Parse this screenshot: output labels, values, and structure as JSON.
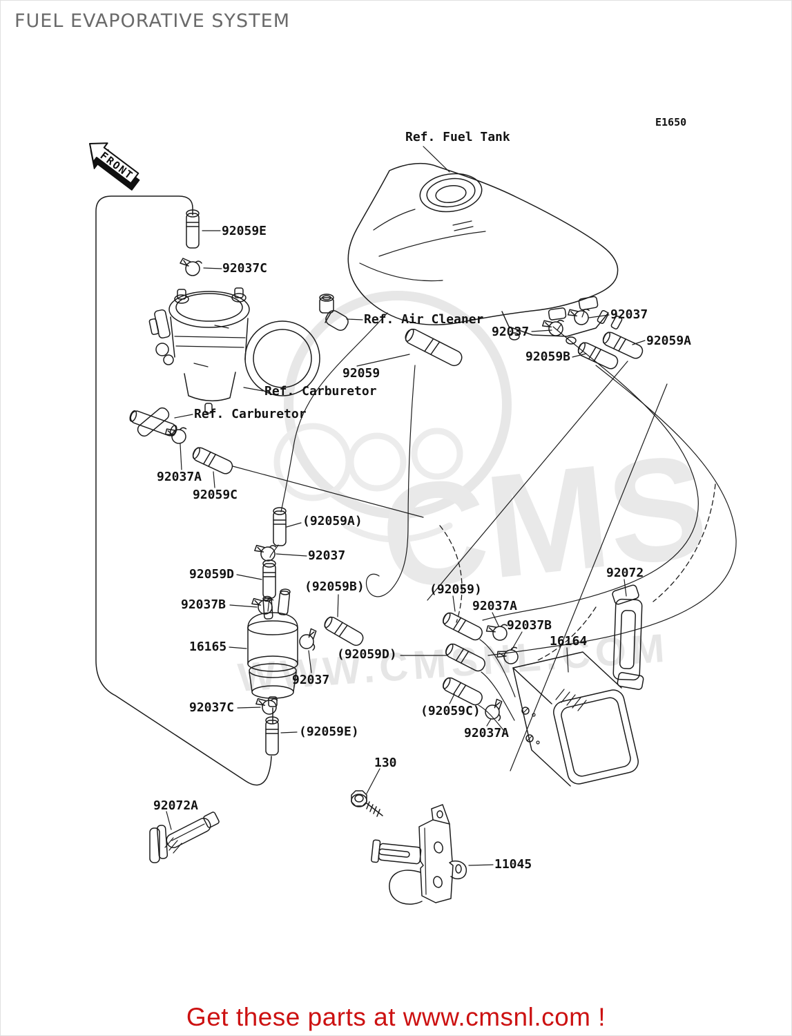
{
  "page": {
    "title": "FUEL EVAPORATIVE SYSTEM",
    "footer": {
      "cta_text": "Get these parts at www.cmsnl.com !"
    },
    "watermark": {
      "big_text": "CMS",
      "sub_text": "WWW.CMSNL.COM"
    }
  },
  "diagram": {
    "front_arrow_label": "FRONT",
    "colors": {
      "line": "#1b1b1b",
      "title_gray": "#6a6a6a",
      "footer_red": "#cc1111",
      "watermark_gray": "#e7e7e7"
    },
    "labels": [
      {
        "id": "diagram-code",
        "text": "E1650"
      },
      {
        "id": "ref-fuel-tank",
        "text": "Ref. Fuel Tank"
      },
      {
        "id": "92059e",
        "text": "92059E"
      },
      {
        "id": "92037c-top",
        "text": "92037C"
      },
      {
        "id": "ref-air-cleaner",
        "text": "Ref. Air Cleaner"
      },
      {
        "id": "92037-tank-right",
        "text": "92037"
      },
      {
        "id": "92037-tank-left",
        "text": "92037"
      },
      {
        "id": "92059a",
        "text": "92059A"
      },
      {
        "id": "92059b",
        "text": "92059B"
      },
      {
        "id": "92059",
        "text": "92059"
      },
      {
        "id": "ref-carburetor-upper",
        "text": "Ref. Carburetor"
      },
      {
        "id": "ref-carburetor-lower",
        "text": "Ref. Carburetor"
      },
      {
        "id": "92037a-left",
        "text": "92037A"
      },
      {
        "id": "92059c",
        "text": "92059C"
      },
      {
        "id": "92059a-installed",
        "text": "(92059A)"
      },
      {
        "id": "92037-mid",
        "text": "92037"
      },
      {
        "id": "92059d",
        "text": "92059D"
      },
      {
        "id": "92059b-installed",
        "text": "(92059B)"
      },
      {
        "id": "92037b-left",
        "text": "92037B"
      },
      {
        "id": "16165",
        "text": "16165"
      },
      {
        "id": "92059d-installed",
        "text": "(92059D)"
      },
      {
        "id": "92037-lower",
        "text": "92037"
      },
      {
        "id": "92059-installed",
        "text": "(92059)"
      },
      {
        "id": "92037a-right",
        "text": "92037A"
      },
      {
        "id": "92037b-right",
        "text": "92037B"
      },
      {
        "id": "16164",
        "text": "16164"
      },
      {
        "id": "92072",
        "text": "92072"
      },
      {
        "id": "92037c-bottom",
        "text": "92037C"
      },
      {
        "id": "92059c-installed",
        "text": "(92059C)"
      },
      {
        "id": "92037a-bottom",
        "text": "92037A"
      },
      {
        "id": "92059e-installed",
        "text": "(92059E)"
      },
      {
        "id": "130",
        "text": "130"
      },
      {
        "id": "92072a",
        "text": "92072A"
      },
      {
        "id": "11045",
        "text": "11045"
      }
    ]
  }
}
